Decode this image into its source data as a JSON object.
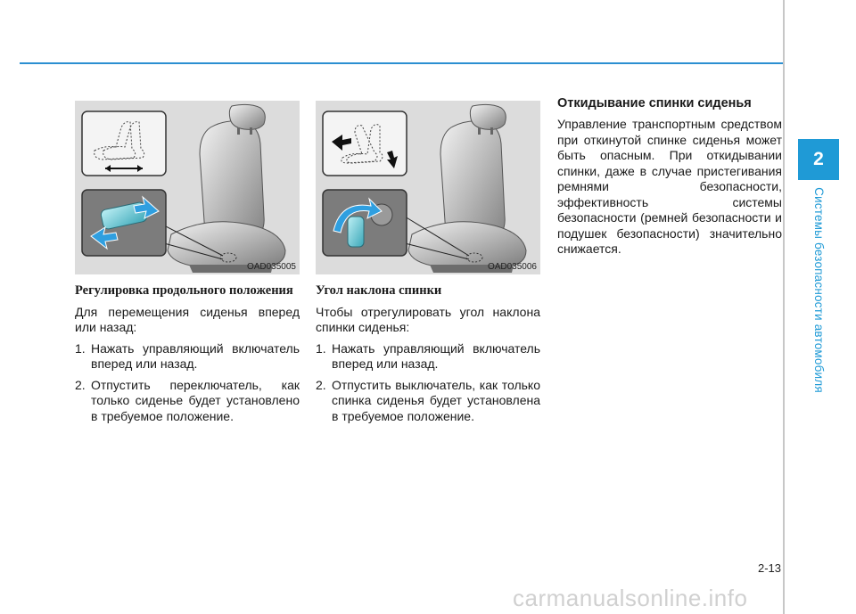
{
  "header": {},
  "chapter": {
    "number": "2",
    "title": "Системы безопасности автомобиля"
  },
  "page_number": "2-13",
  "watermark": "carmanualsonline.info",
  "colors": {
    "accent": "#1f9ad6",
    "rule": "#2b8fd1",
    "figure_bg": "#dcdcdc"
  },
  "left_column": {
    "figure_code": "OAD035005",
    "heading": "Регулировка продольного положения",
    "intro": "Для перемещения сиденья вперед или назад:",
    "steps": [
      {
        "num": "1.",
        "text": "Нажать управляющий включатель вперед или назад."
      },
      {
        "num": "2.",
        "text": "Отпустить переключатель, как только сиденье будет установлено в требуемое положение."
      }
    ]
  },
  "middle_column": {
    "figure_code": "OAD035006",
    "heading": "Угол наклона спинки",
    "intro": "Чтобы отрегулировать угол наклона спинки сиденья:",
    "steps": [
      {
        "num": "1.",
        "text": "Нажать управляющий включатель вперед или назад."
      },
      {
        "num": "2.",
        "text": "Отпустить выключатель, как только спинка сиденья будет установлена в требуемое положение."
      }
    ]
  },
  "right_column": {
    "heading": "Откидывание спинки сиденья",
    "body": "Управление транспортным средством при откинутой спинке сиденья может быть опасным. При откидывании спинки, даже в случае пристегивания ремнями безопасности, эффективность системы безопасности (ремней безопасности и подушек безопасности) значительно снижается."
  }
}
